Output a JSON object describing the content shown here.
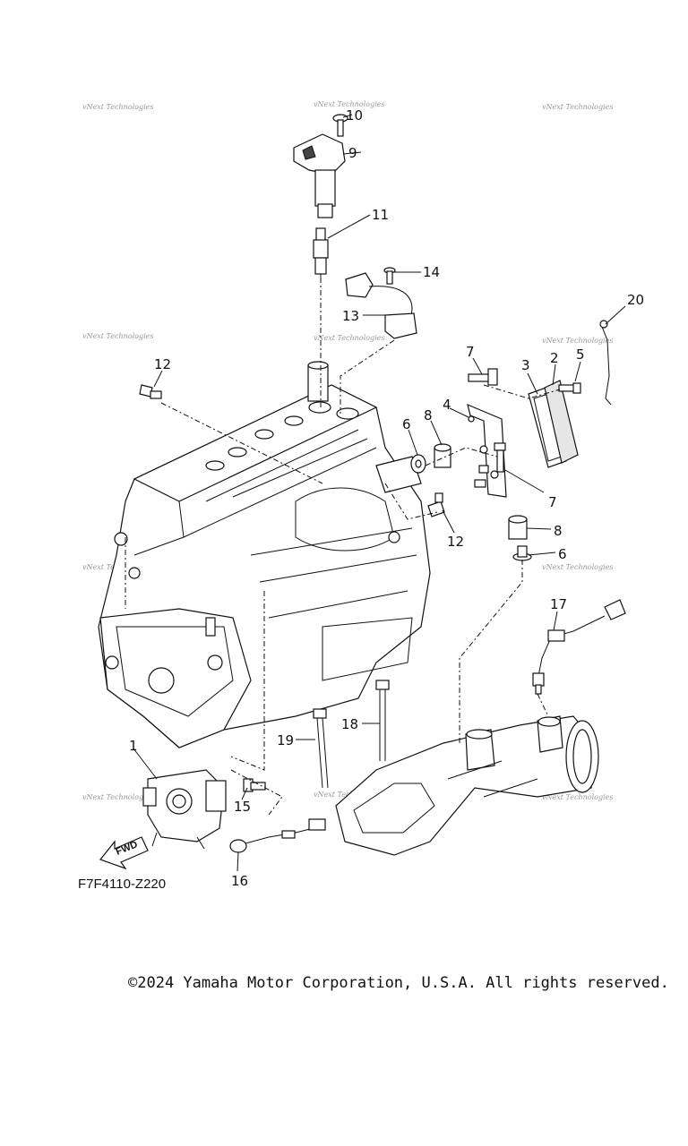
{
  "diagram": {
    "code": "F7F4110-Z220",
    "fwd_label": "FWD",
    "watermark": "vNext Technologies",
    "callouts": [
      "1",
      "2",
      "3",
      "4",
      "5",
      "6",
      "6",
      "7",
      "7",
      "8",
      "8",
      "9",
      "10",
      "11",
      "12",
      "12",
      "13",
      "14",
      "15",
      "16",
      "17",
      "18",
      "19",
      "20"
    ]
  },
  "footer": {
    "copyright": "©2024 Yamaha Motor Corporation, U.S.A. All rights reserved."
  }
}
